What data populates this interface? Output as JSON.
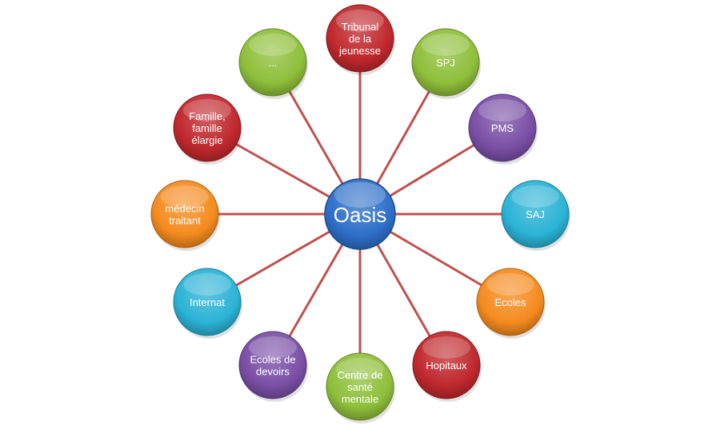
{
  "center": {
    "label": "Oasis",
    "color": "#2e6fc9"
  },
  "spoke_color": "#c0504d",
  "nodes": [
    {
      "id": "tribunal",
      "lines": [
        "Tribunal",
        "de la",
        "jeunesse"
      ],
      "color": "#c0282d"
    },
    {
      "id": "spj",
      "lines": [
        "SPJ"
      ],
      "color": "#8fbf3a"
    },
    {
      "id": "pms",
      "lines": [
        "PMS"
      ],
      "color": "#7a4fa6"
    },
    {
      "id": "saj",
      "lines": [
        "SAJ"
      ],
      "color": "#2bb3d6"
    },
    {
      "id": "ecoles",
      "lines": [
        "Ecoles"
      ],
      "color": "#f58b1f"
    },
    {
      "id": "hopitaux",
      "lines": [
        "Hopitaux"
      ],
      "color": "#c0282d"
    },
    {
      "id": "centre-sante",
      "lines": [
        "Centre de",
        "santé",
        "mentale"
      ],
      "color": "#8fbf3a"
    },
    {
      "id": "ecoles-devoirs",
      "lines": [
        "Ecoles de",
        "devoirs"
      ],
      "color": "#7a4fa6"
    },
    {
      "id": "internat",
      "lines": [
        "Internat"
      ],
      "color": "#2bb3d6"
    },
    {
      "id": "medecin",
      "lines": [
        "médecin",
        "traitant"
      ],
      "color": "#f58b1f"
    },
    {
      "id": "famille",
      "lines": [
        "Famille,",
        "famille",
        "élargie"
      ],
      "color": "#c0282d"
    },
    {
      "id": "autres",
      "lines": [
        "..."
      ],
      "color": "#8fbf3a"
    }
  ]
}
